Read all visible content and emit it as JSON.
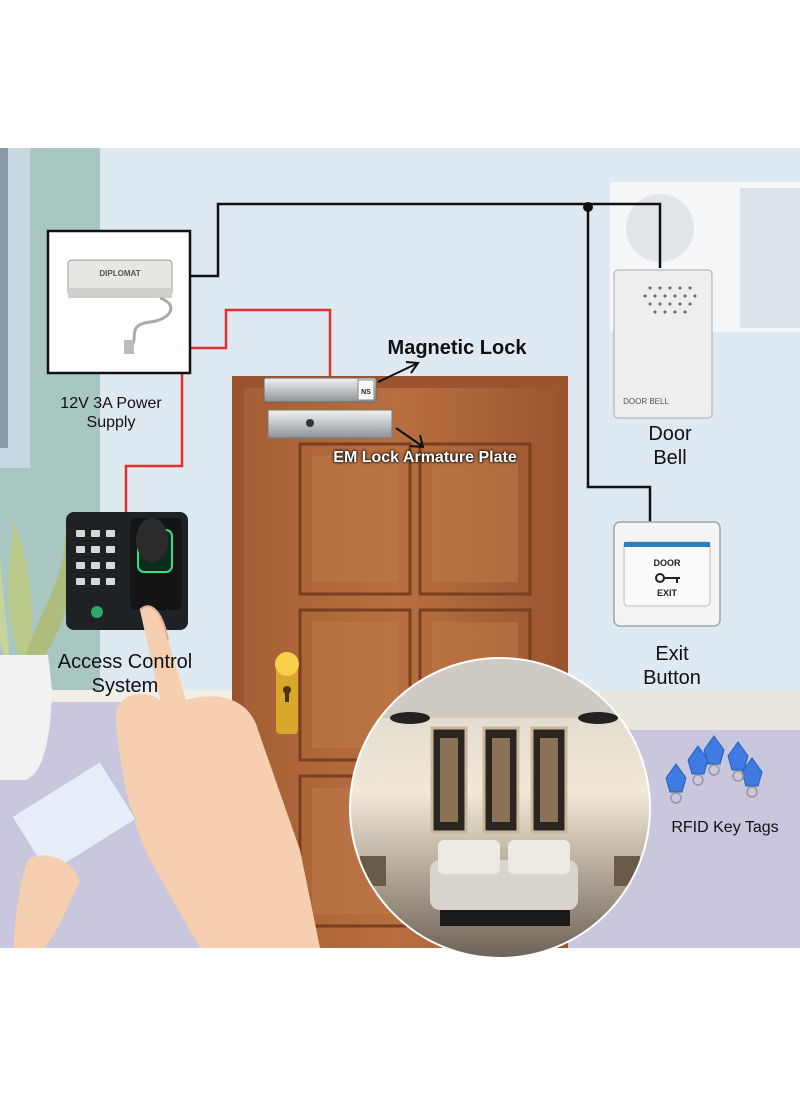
{
  "labels": {
    "power_supply": [
      "12V 3A Power",
      "Supply"
    ],
    "magnetic_lock": "Magnetic Lock",
    "armature_plate": "EM Lock Armature Plate",
    "door_bell": [
      "Door",
      "Bell"
    ],
    "access_control": [
      "Access Control",
      "System"
    ],
    "exit_button": [
      "Exit",
      "Button"
    ],
    "rfid_tags": "RFID Key Tags"
  },
  "device_text": {
    "power_brand": "DIPLOMAT",
    "bell_plate": "DOOR BELL",
    "exit_top": "DOOR",
    "exit_bottom": "EXIT",
    "lock_badge": "NS"
  },
  "colors": {
    "wall": "#dfe9f2",
    "floor": "#c8c7dd",
    "door": "#b36a3c",
    "wire_black": "#111111",
    "wire_red": "#e0312e",
    "accent_green": "#34e08a"
  }
}
